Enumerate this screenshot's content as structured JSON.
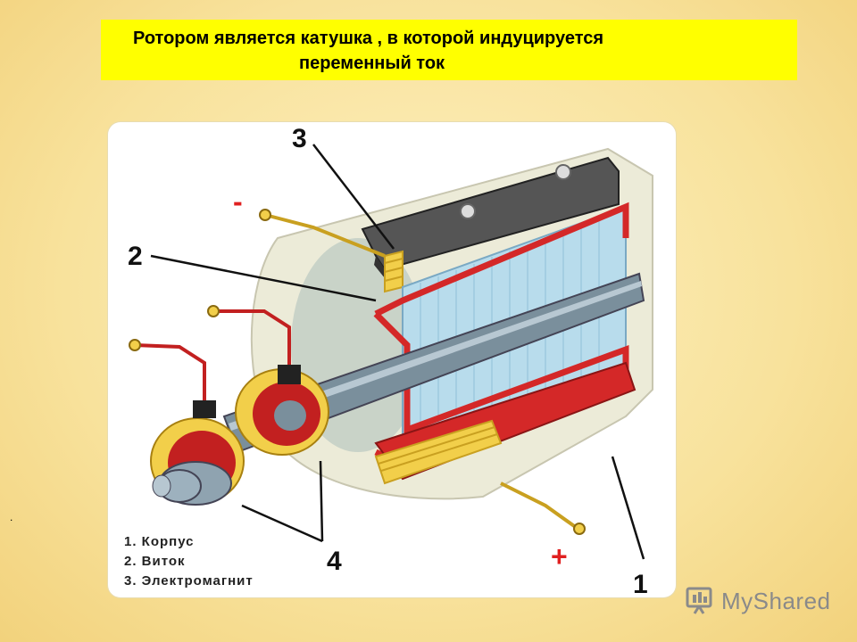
{
  "title": {
    "line1": "Ротором  является  катушка , в которой  индуцируется",
    "line2": "переменный  ток"
  },
  "diagram": {
    "callouts": [
      "3",
      "2",
      "1",
      "4"
    ],
    "polarity_minus": "-",
    "polarity_plus": "+",
    "legend": [
      "1. Корпус",
      "2. Виток",
      "3. Электромагнит"
    ]
  },
  "dot": ".",
  "logo": {
    "text": "MyShared"
  },
  "colors": {
    "title_bg": "#ffff00",
    "coil_red": "#d42828",
    "core_blue": "#a9d4ea",
    "rings_yellow": "#f2cf4a"
  }
}
